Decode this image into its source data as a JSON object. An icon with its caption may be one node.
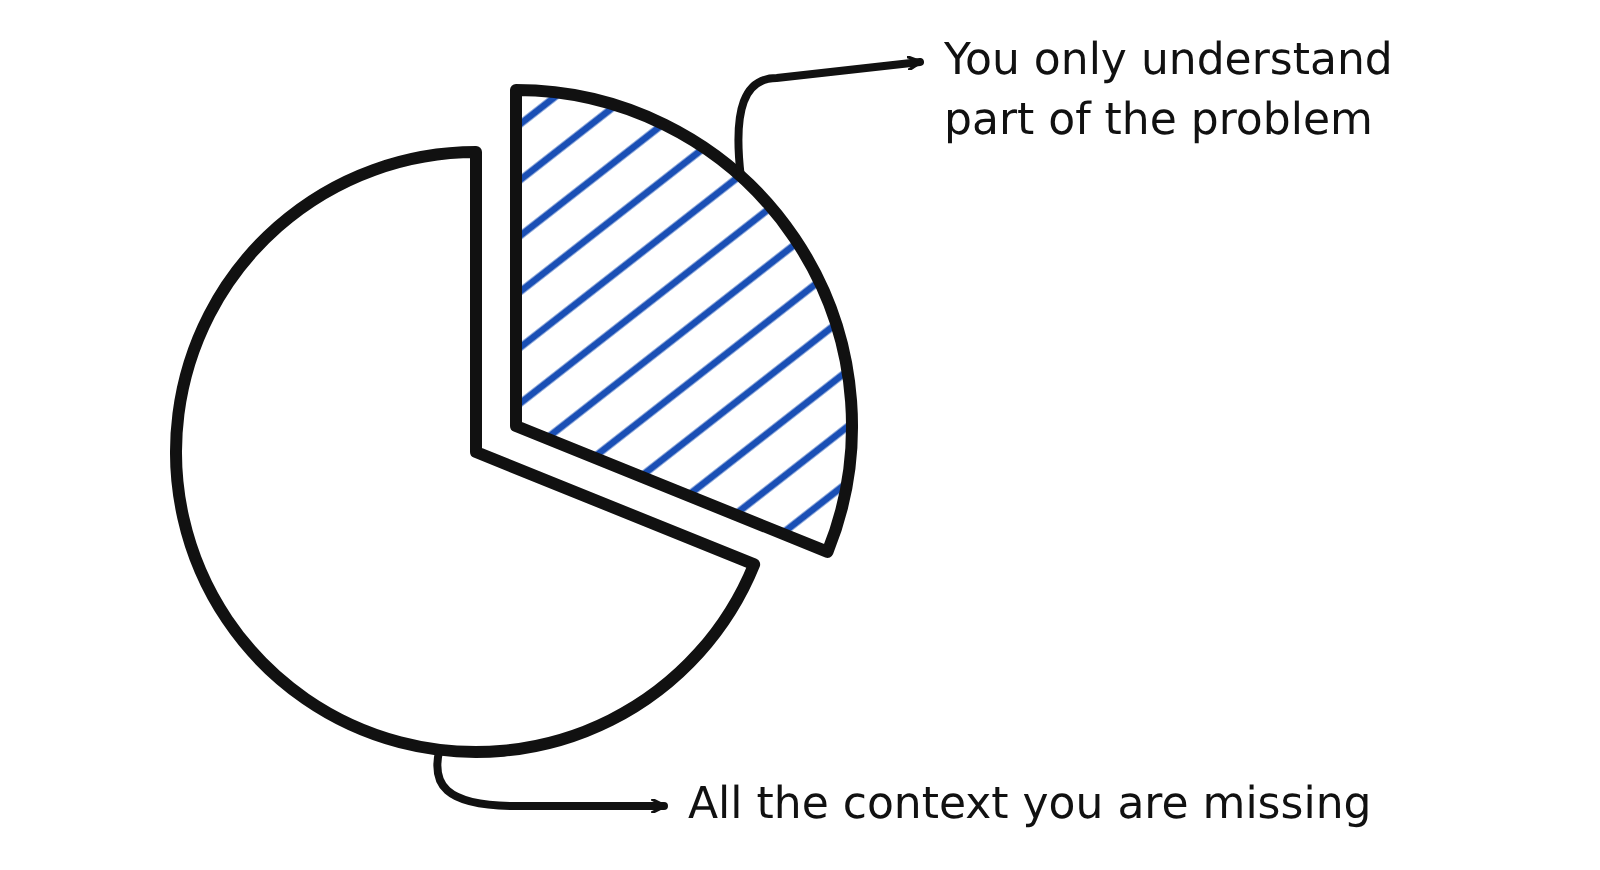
{
  "diagram": {
    "nodes": [
      {
        "text": [
          "You only understand part of the problem"
        ]
      },
      {
        "text": [],
        "shape": "wedge"
      },
      {
        "text": [],
        "shape": "wedge"
      },
      {
        "text": [
          "All the context you are missing"
        ]
      }
    ],
    "edges": [
      {
        "from": 1,
        "to": 0,
        "arrow": "to"
      },
      {
        "from": 2,
        "to": 3,
        "arrow": "to"
      }
    ]
  }
}
